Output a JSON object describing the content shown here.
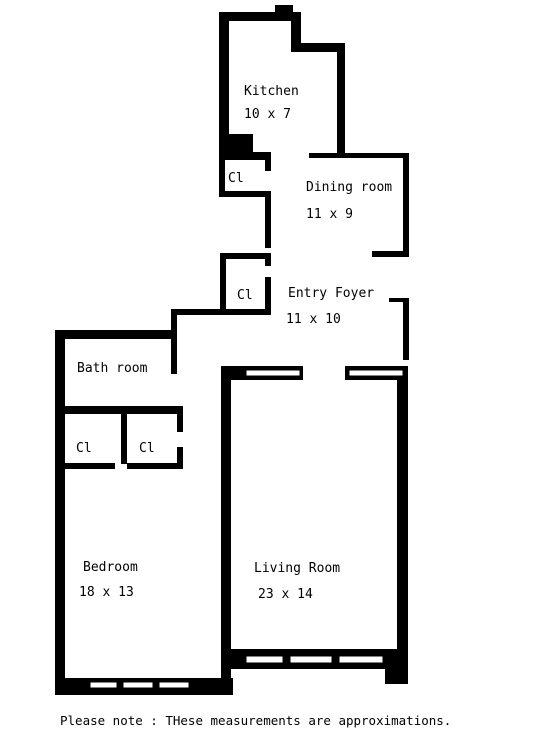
{
  "floorplan": {
    "rooms": [
      {
        "key": "kitchen",
        "name": "Kitchen",
        "size": "10 x 7"
      },
      {
        "key": "dining",
        "name": "Dining room",
        "size": "11 x 9"
      },
      {
        "key": "foyer",
        "name": "Entry Foyer",
        "size": "11 x 10"
      },
      {
        "key": "bath",
        "name": "Bath room"
      },
      {
        "key": "bedroom",
        "name": "Bedroom",
        "size": "18 x 13"
      },
      {
        "key": "living",
        "name": "Living Room",
        "size": "23 x 14"
      }
    ],
    "closets": [
      "Cl",
      "Cl",
      "Cl",
      "Cl"
    ],
    "note": "Please note : THese measurements are approximations."
  }
}
